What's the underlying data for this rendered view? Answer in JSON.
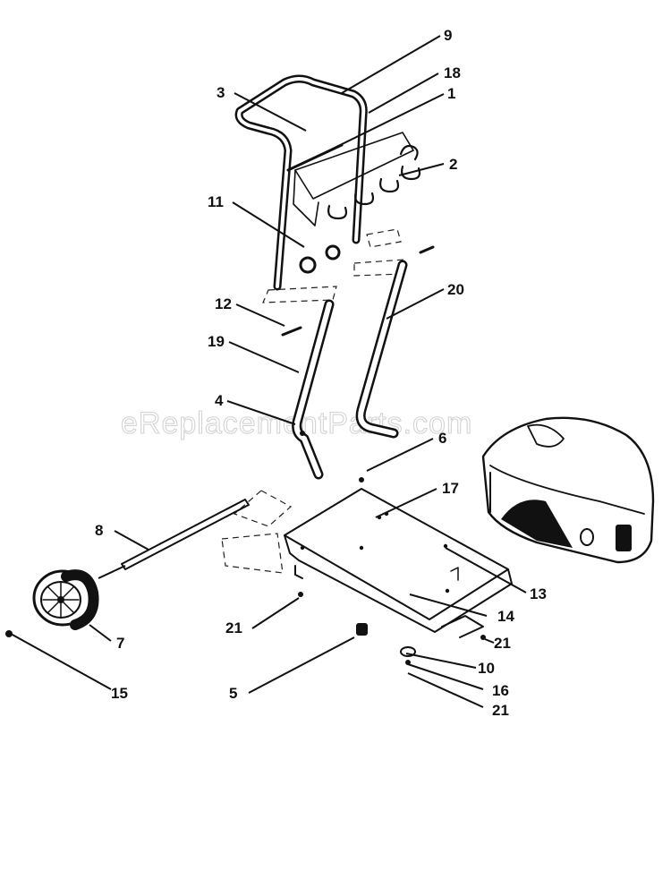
{
  "watermark": "eReplacementParts.com",
  "part_labels": [
    "9",
    "18",
    "3",
    "1",
    "2",
    "11",
    "12",
    "20",
    "19",
    "4",
    "6",
    "17",
    "8",
    "13",
    "14",
    "21",
    "7",
    "21",
    "10",
    "5",
    "15",
    "16",
    "21"
  ],
  "colors": {
    "ink": "#111111",
    "background": "#ffffff",
    "watermark": "#c9c9c9"
  },
  "icons": [
    "handle-assembly-icon",
    "hose-hook-bracket-icon",
    "frame-tube-icon",
    "base-plate-icon",
    "wheel-icon",
    "axle-icon",
    "engine-shroud-icon",
    "knob-icon"
  ]
}
